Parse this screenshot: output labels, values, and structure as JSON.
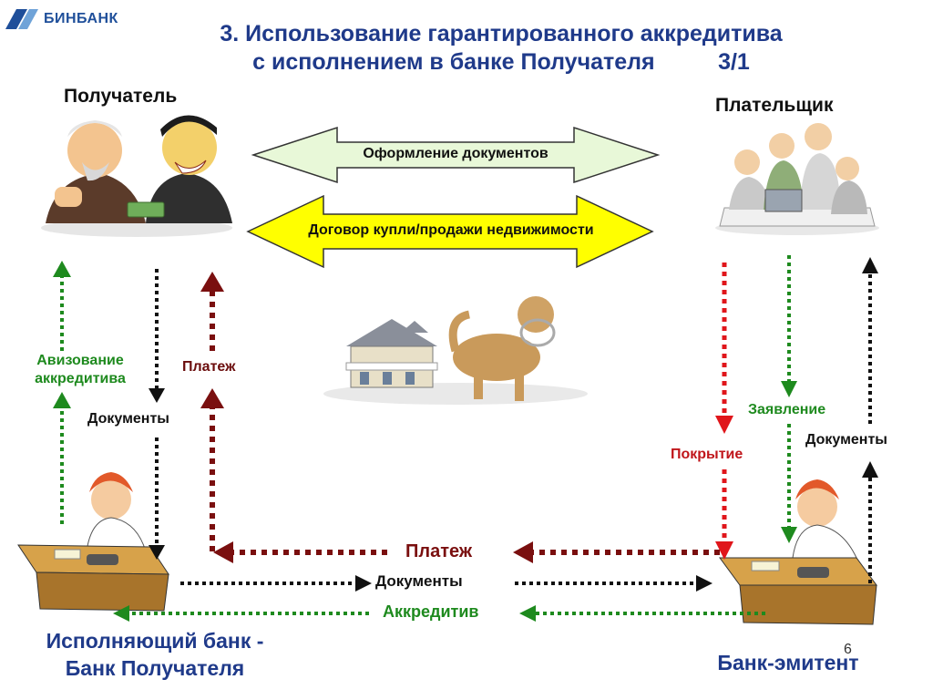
{
  "logo": {
    "text": "БИНБАНК"
  },
  "title": {
    "line1": "3. Использование гарантированного аккредитива",
    "line2": "с исполнением в банке Получателя          3/1"
  },
  "parties": {
    "recipient": "Получатель",
    "payer": "Плательщик"
  },
  "top_arrows": {
    "documents_processing": "Оформление документов",
    "contract": "Договор купли/продажи недвижимости"
  },
  "left_labels": {
    "advising": "Авизование\nаккредитива",
    "payment": "Платеж",
    "documents": "Документы"
  },
  "right_labels": {
    "application": "Заявление",
    "coverage": "Покрытие",
    "documents": "Документы"
  },
  "bottom_flows": {
    "payment": "Платеж",
    "documents": "Документы",
    "letter_of_credit": "Аккредитив"
  },
  "banks": {
    "executing": "Исполняющий банк -\nБанк Получателя",
    "issuing": "Банк-эмитент"
  },
  "page_number": "6",
  "colors": {
    "title_blue": "#1f3a8a",
    "green": "#1e8a1e",
    "red": "#e0161b",
    "dark_red": "#7a0f0f",
    "arrow1_fill": "#e8f8d8",
    "arrow2_fill": "#ffff00"
  }
}
